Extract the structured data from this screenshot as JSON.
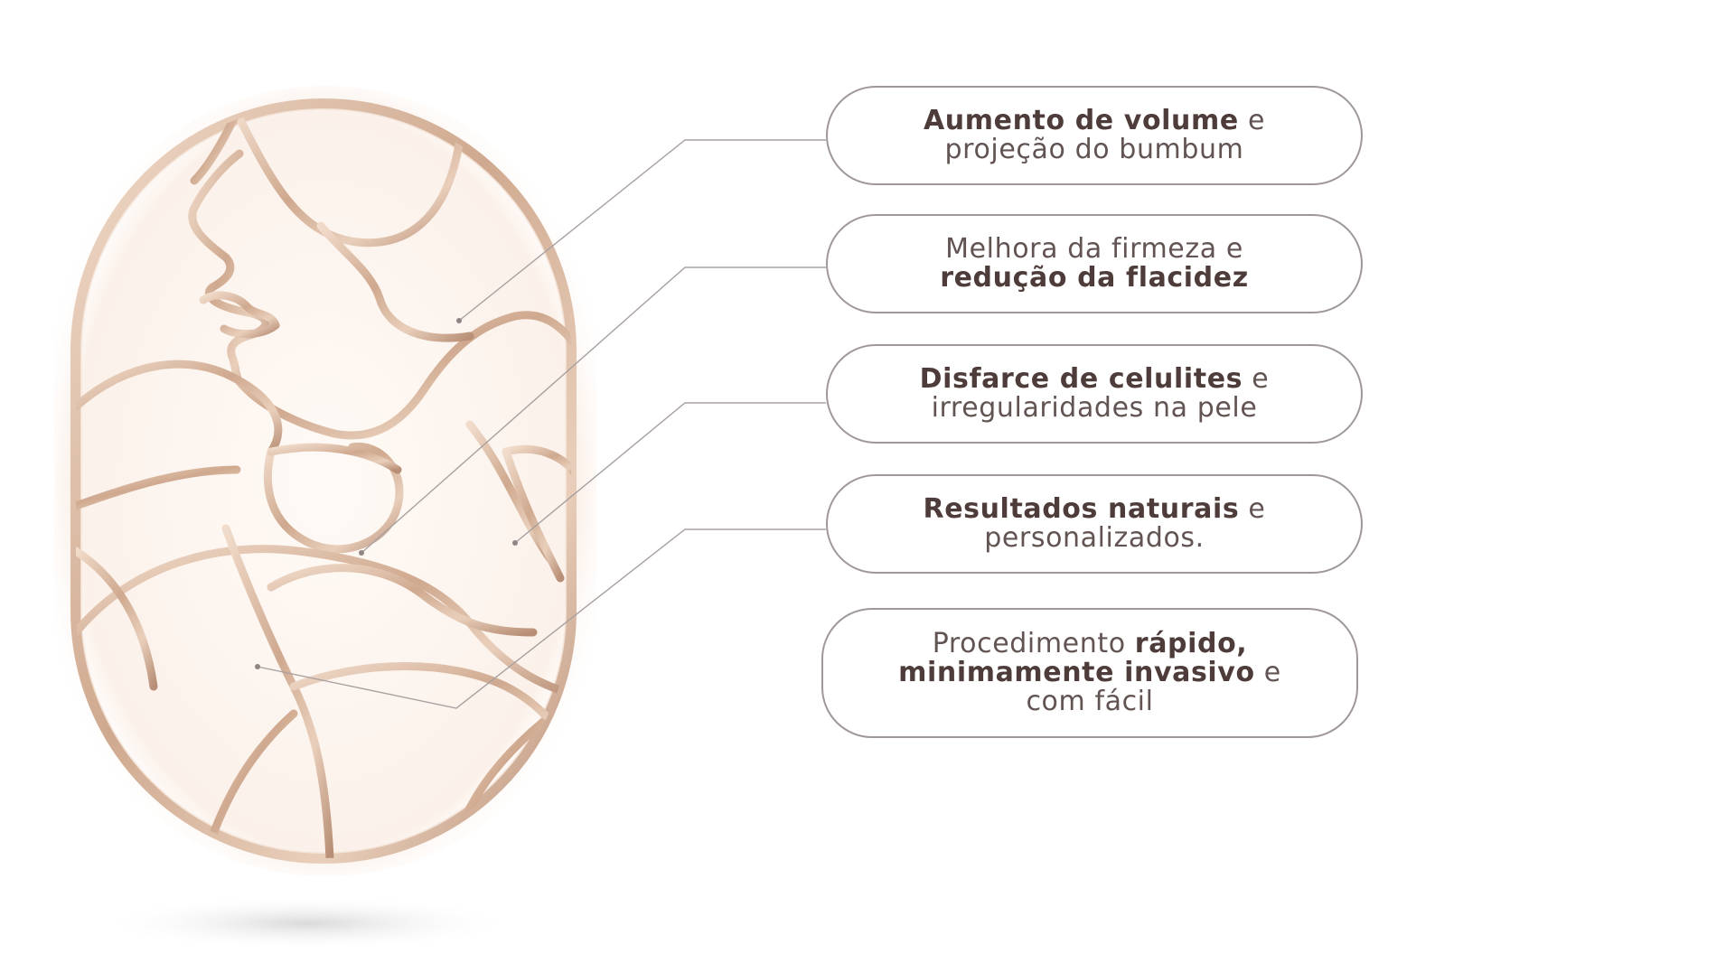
{
  "benefits": [
    {
      "line1": {
        "bold": "Aumento de volume",
        "after": " e"
      },
      "line2": {
        "normal": "projeção do bumbum"
      }
    },
    {
      "line1": {
        "normal": "Melhora da firmeza e"
      },
      "line2": {
        "bold": "redução da flacidez"
      }
    },
    {
      "line1": {
        "bold": "Disfarce de celulites",
        "after": " e"
      },
      "line2": {
        "normal": "irregularidades na pele"
      }
    },
    {
      "line1": {
        "bold": "Resultados naturais",
        "after": " e"
      },
      "line2": {
        "normal": "personalizados."
      }
    },
    {
      "line1": {
        "before": "Procedimento ",
        "bold": "rápido,"
      },
      "line2": {
        "bold": "minimamente invasivo",
        "after": " e"
      },
      "line3": {
        "normal": "com fácil"
      }
    }
  ],
  "colors": {
    "frame_gold": "#d8b89e",
    "frame_highlight": "#f3e4d6",
    "pill_border": "#a09898",
    "text": "#5e4e4c",
    "connector": "#a8a0a0"
  },
  "illustration": {
    "icon": "rose-gold-oval-body-silhouette-icon"
  }
}
